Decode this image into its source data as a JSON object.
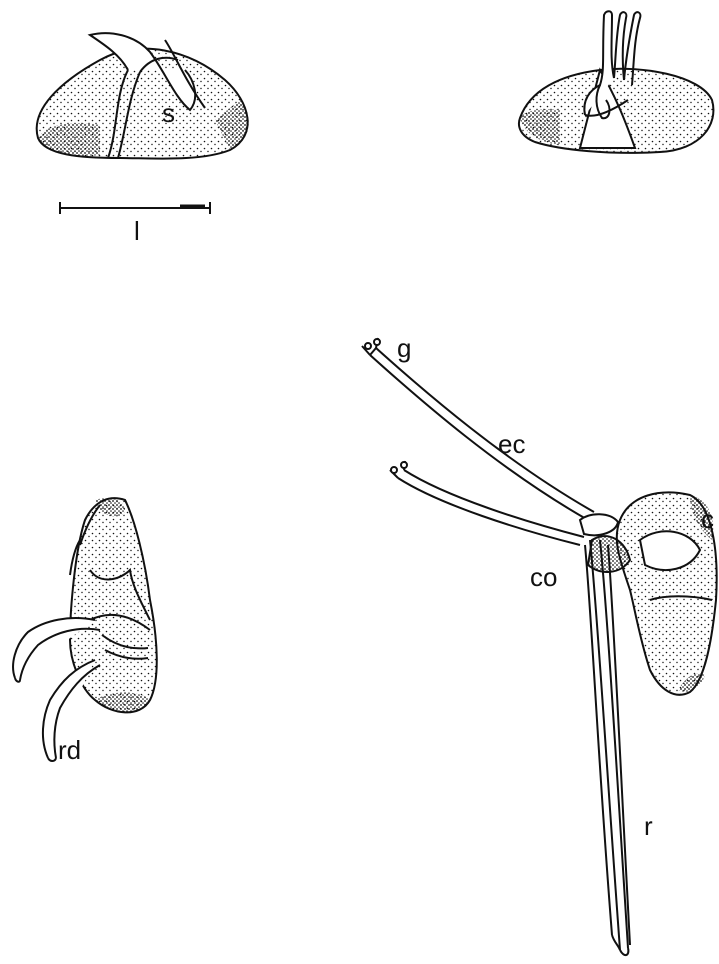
{
  "labels": {
    "seed": "s",
    "scale": "l",
    "root_dev": "rd",
    "gemmule": "g",
    "epicotyl": "ec",
    "cotyledon": "c",
    "collar": "co",
    "root": "r"
  },
  "colors": {
    "ink": "#111111",
    "paper": "#ffffff"
  }
}
